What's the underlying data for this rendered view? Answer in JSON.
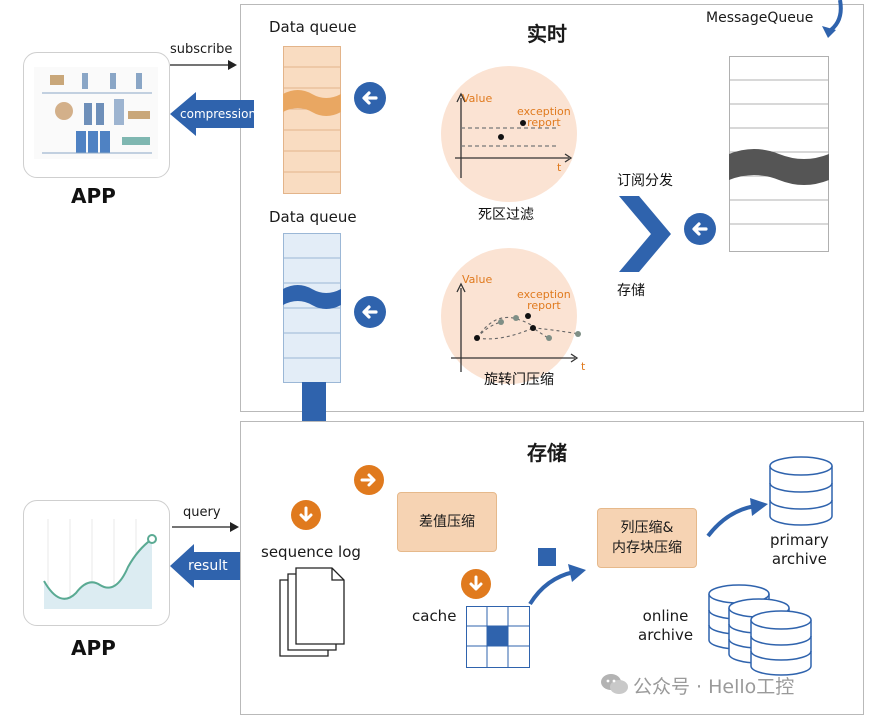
{
  "realtime": {
    "title": "实时",
    "queue_top_label": "Data queue",
    "queue_bottom_label": "Data queue",
    "message_queue_label": "MessageQueue",
    "subscribe_dispatch": "订阅分发",
    "storage_small": "存储",
    "chart1": {
      "value_label": "Value",
      "exception_label": "exception\nreport",
      "t_label": "t",
      "caption": "死区过滤"
    },
    "chart2": {
      "value_label": "Value",
      "exception_label": "exception\nreport",
      "t_label": "t",
      "caption": "旋转门压缩"
    }
  },
  "storage": {
    "title": "存储",
    "sequence_log_label": "sequence log",
    "cache_label": "cache",
    "diff_compress": "差值压缩",
    "col_compress": "列压缩&\n内存块压缩",
    "primary_archive": "primary\narchive",
    "online_archive": "online\narchive"
  },
  "left": {
    "subscribe": "subscribe",
    "compression": "compression",
    "app_top": "APP",
    "query": "query",
    "result": "result",
    "app_bottom": "APP"
  },
  "watermark": "公众号 · Hello工控",
  "colors": {
    "blue": "#2f63ad",
    "orange": "#e07a1e",
    "peach": "#fbe3d3",
    "queue_orange": "#f6d3b3",
    "queue_blue": "#dce8f5"
  }
}
